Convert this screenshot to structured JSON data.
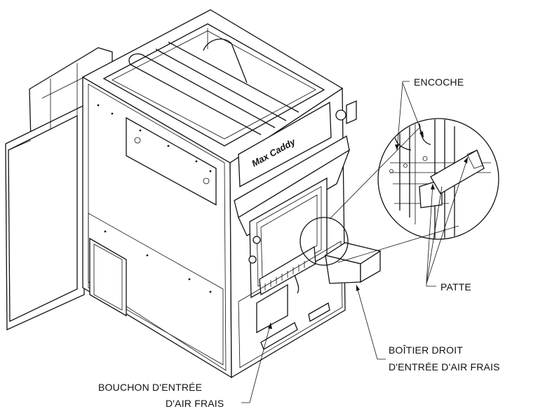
{
  "labels": {
    "encoche": "ENCOCHE",
    "patte": "PATTE",
    "boitier_line1": "BOÎTIER DROIT",
    "boitier_line2": "D'ENTRÉE D'AIR FRAIS",
    "bouchon_line1": "BOUCHON D'ENTRÉE",
    "bouchon_line2": "D'AIR FRAIS"
  },
  "logo_text": "Max Caddy"
}
